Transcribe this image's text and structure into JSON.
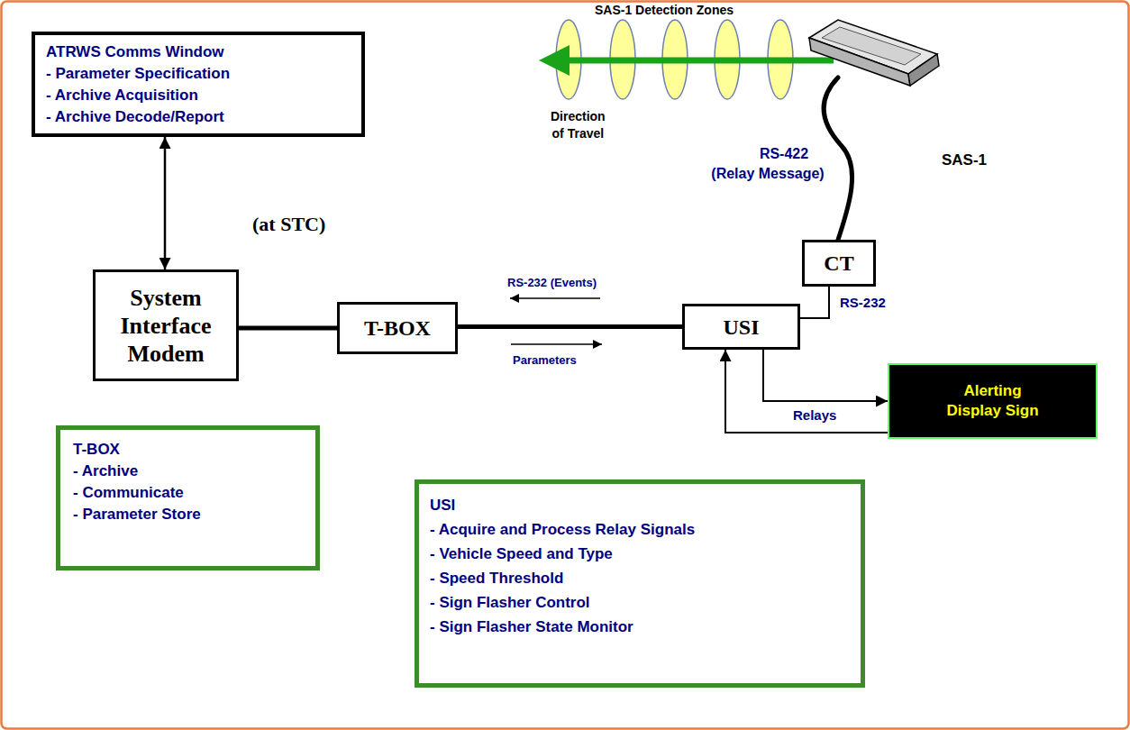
{
  "diagram": {
    "nodes": [
      {
        "text": [
          "ATRWS Comms Window",
          "- Parameter Specification",
          "- Archive Acquisition",
          "- Archive Decode/Report"
        ]
      },
      {
        "text": [
          "CT"
        ]
      },
      {
        "text": [
          "System Interface Modem"
        ]
      },
      {
        "text": [
          "T-BOX"
        ]
      },
      {
        "text": [
          "USI"
        ]
      },
      {
        "text": [
          "Alerting Display Sign"
        ]
      },
      {
        "text": [
          "T-BOX",
          "- Archive",
          "- Communicate",
          "- Parameter Store"
        ]
      },
      {
        "text": [
          "USI",
          "- Acquire and Process Relay Signals",
          "- Vehicle Speed and Type",
          "- Speed Threshold",
          "- Sign Flasher Control",
          "- Sign Flasher State Monitor"
        ]
      }
    ],
    "edges": [
      {
        "from": 0,
        "to": 2,
        "arrow": "both"
      },
      {
        "from": 2,
        "to": 3,
        "arrow": "none"
      },
      {
        "from": 3,
        "to": 4,
        "arrow": "none"
      },
      {
        "from": 1,
        "to": 4,
        "arrow": "none",
        "label": "RS-232"
      },
      {
        "from": 4,
        "to": 5,
        "arrow": "to"
      },
      {
        "from": 5,
        "to": 4,
        "arrow": "to"
      }
    ],
    "labels": [
      "SAS-1 Detection Zones",
      "Direction of Travel",
      "RS-422 (Relay Message)",
      "SAS-1",
      "(at STC)",
      "RS-232 (Events)",
      "Parameters",
      "Relays"
    ]
  }
}
